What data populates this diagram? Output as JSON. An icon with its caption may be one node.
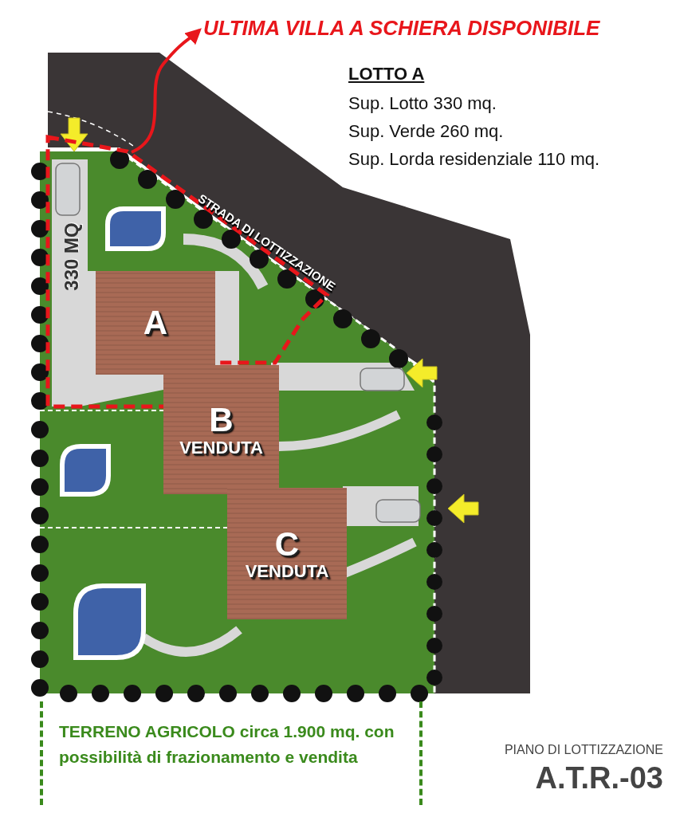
{
  "diagram": {
    "nodes": [
      {
        "text": [
          "ULTIMA VILLA A SCHIERA DISPONIBILE"
        ]
      },
      {
        "text": [
          "330 MQ"
        ]
      },
      {
        "text": [
          "A"
        ],
        "in": 1
      },
      {
        "text": [
          "B",
          "VENDUTA"
        ]
      },
      {
        "text": [
          "C",
          "VENDUTA"
        ]
      },
      {
        "text": [
          "TERRENO AGRICOLO circa 1.900 mq. con possibilità di frazionamento e vendita"
        ]
      },
      {
        "text": [],
        "shape": "box",
        "in": 1
      },
      {
        "text": [],
        "shape": "box"
      },
      {
        "text": [],
        "shape": "box"
      }
    ],
    "edges": [
      {
        "from": 1,
        "to": 0,
        "arrow": "to"
      }
    ],
    "labels": [
      "LOTTO A",
      "Sup. Lotto 330 mq.",
      "Sup. Verde 260 mq.",
      "Sup. Lorda residenziale 110 mq.",
      "STRADA DI LOTTIZZAZIONE",
      "PIANO DI LOTTIZZAZIONE",
      "A.T.R.-03"
    ]
  }
}
